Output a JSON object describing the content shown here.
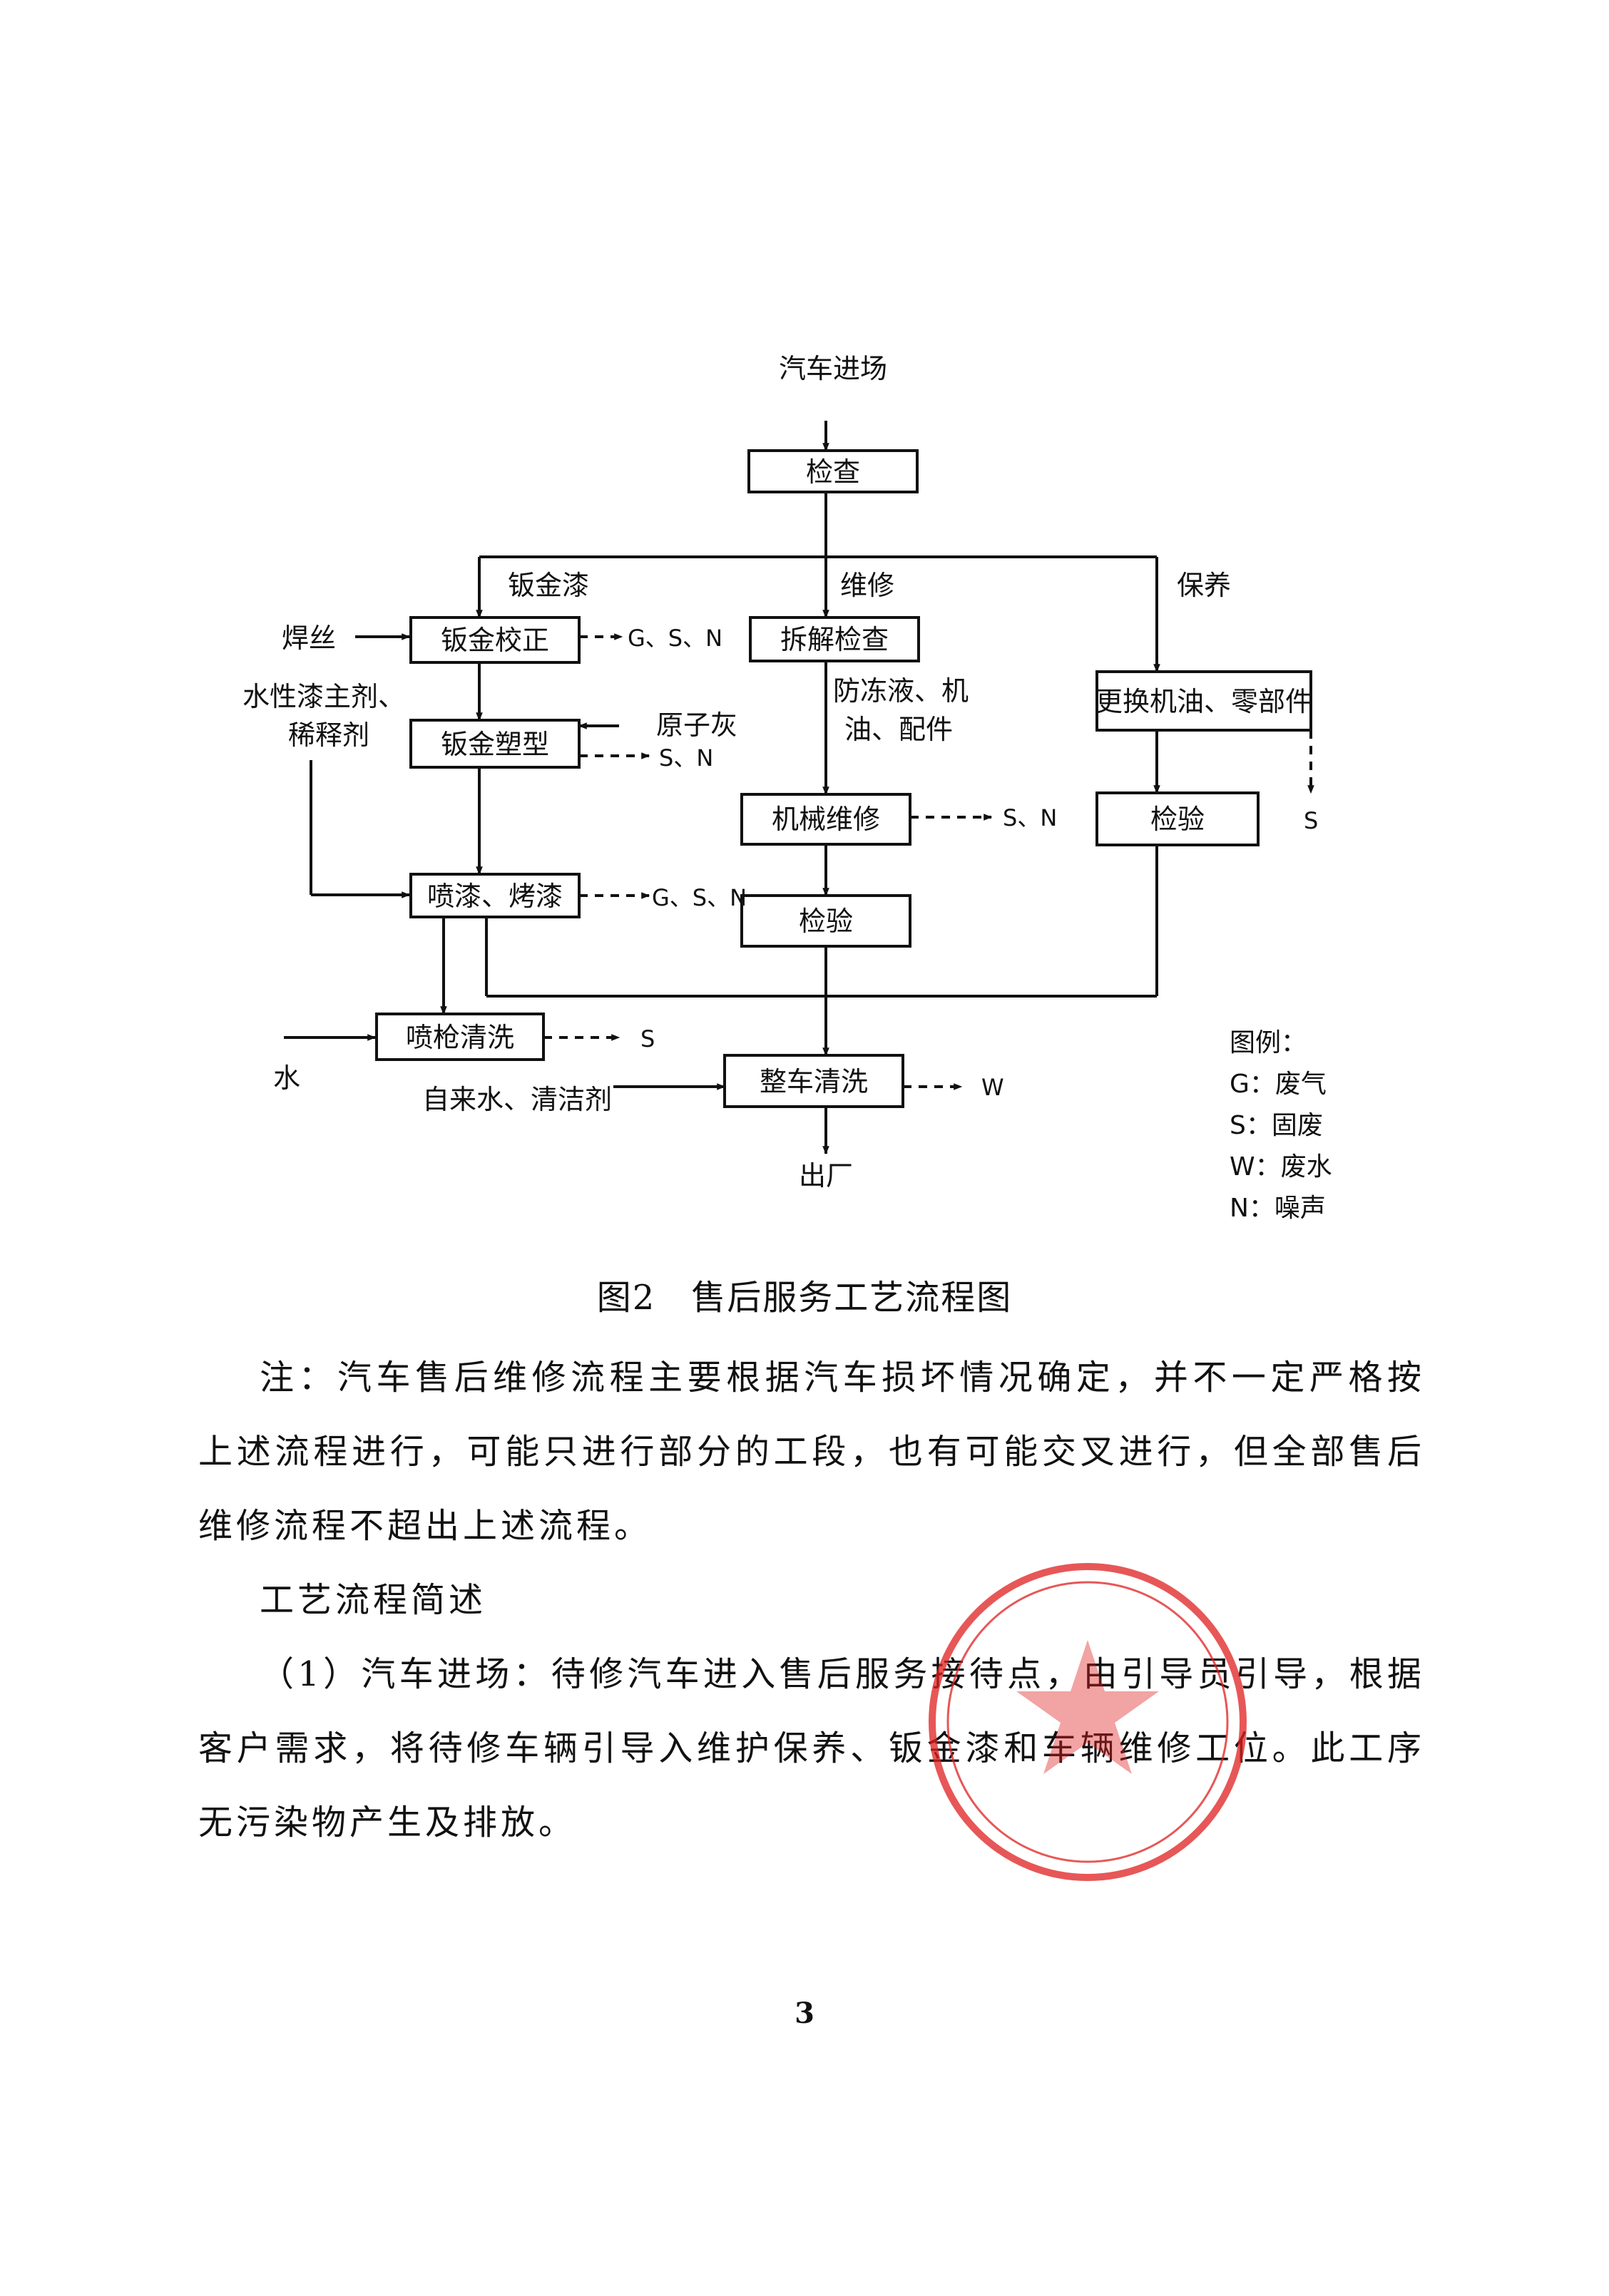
{
  "figure": {
    "nodes": {
      "start": "汽车进场",
      "inspect": "检查",
      "sheet_correct": "钣金校正",
      "sheet_shape": "钣金塑型",
      "spray_bake": "喷漆、烤漆",
      "gun_clean": "喷枪清洗",
      "disassemble": "拆解检查",
      "mech_repair": "机械维修",
      "verify_repair": "检验",
      "replace": "更换机油、零部件",
      "verify_maint": "检验",
      "wash": "整车清洗",
      "exit": "出厂"
    },
    "branches": {
      "sheet_paint": "钣金漆",
      "repair": "维修",
      "maintenance": "保养"
    },
    "inputs": {
      "weld_wire": "焊丝",
      "paint_line1": "水性漆主剂、",
      "paint_line2": "稀释剂",
      "putty": "原子灰",
      "coolant_line1": "防冻液、机",
      "coolant_line2": "油、配件",
      "water": "水",
      "tap_water": "自来水、清洁剂"
    },
    "outputs": {
      "correct": "G、S、N",
      "shape": "S、N",
      "spray": "G、S、N",
      "mech": "S、N",
      "replace": "S",
      "gun": "S",
      "wash": "W"
    },
    "legend": {
      "title": "图例：",
      "items": [
        "G：废气",
        "S：固废",
        "W：废水",
        "N：噪声"
      ]
    },
    "caption": "图2　售后服务工艺流程图"
  },
  "text": {
    "note": "注：汽车售后维修流程主要根据汽车损坏情况确定，并不一定严格按上述流程进行，可能只进行部分的工段，也有可能交叉进行，但全部售后维修流程不超出上述流程。",
    "subheading": "工艺流程简述",
    "step1": "（1）汽车进场：待修汽车进入售后服务接待点，由引导员引导，根据客户需求，将待修车辆引导入维护保养、钣金漆和车辆维修工位。此工序无污染物产生及排放。"
  },
  "page_number": "3",
  "stamp_color": "#e02020"
}
